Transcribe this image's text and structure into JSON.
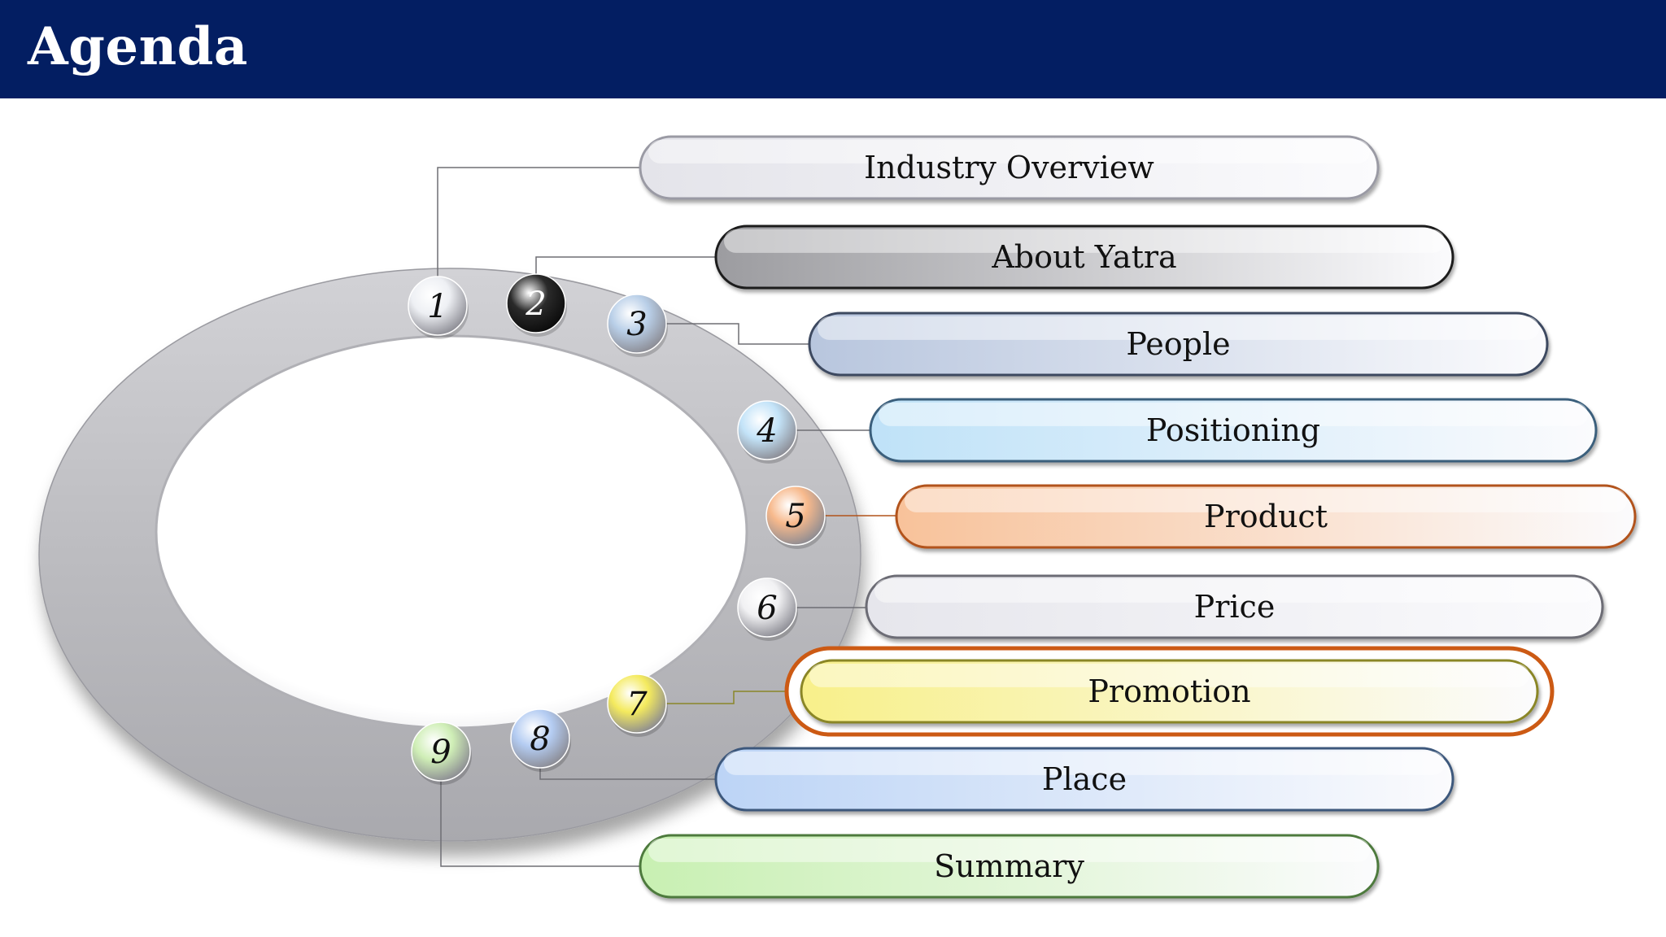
{
  "slide": {
    "title": "Agenda"
  },
  "agenda": [
    {
      "num": "1",
      "label": "Industry Overview",
      "tint": "#e4e4ea",
      "border": "#9a9aa4",
      "ball": "#eef0f4",
      "num_color": "#111111"
    },
    {
      "num": "2",
      "label": "About Yatra",
      "tint": "#9c9ca0",
      "border": "#1c1c1c",
      "ball": "#2a2a2a",
      "num_color": "#ffffff"
    },
    {
      "num": "3",
      "label": "People",
      "tint": "#b8c6de",
      "border": "#3c4860",
      "ball": "#b9cfe8",
      "num_color": "#111111"
    },
    {
      "num": "4",
      "label": "Positioning",
      "tint": "#bfe2f8",
      "border": "#3a5f7c",
      "ball": "#c3e3f8",
      "num_color": "#111111"
    },
    {
      "num": "5",
      "label": "Product",
      "tint": "#f8c29a",
      "border": "#b2531a",
      "ball": "#f7b98c",
      "num_color": "#111111"
    },
    {
      "num": "6",
      "label": "Price",
      "tint": "#e6e6ec",
      "border": "#6c6c74",
      "ball": "#f1f1f3",
      "num_color": "#111111"
    },
    {
      "num": "7",
      "label": "Promotion",
      "tint": "#f8f08a",
      "border": "#8a8628",
      "ball": "#f4ea5e",
      "num_color": "#111111",
      "highlight": "#cc5a14"
    },
    {
      "num": "8",
      "label": "Place",
      "tint": "#bcd4f6",
      "border": "#3e587c",
      "ball": "#b4ccf2",
      "num_color": "#111111"
    },
    {
      "num": "9",
      "label": "Summary",
      "tint": "#c8f0b2",
      "border": "#4e7a3e",
      "ball": "#cfeeb6",
      "num_color": "#111111"
    }
  ]
}
